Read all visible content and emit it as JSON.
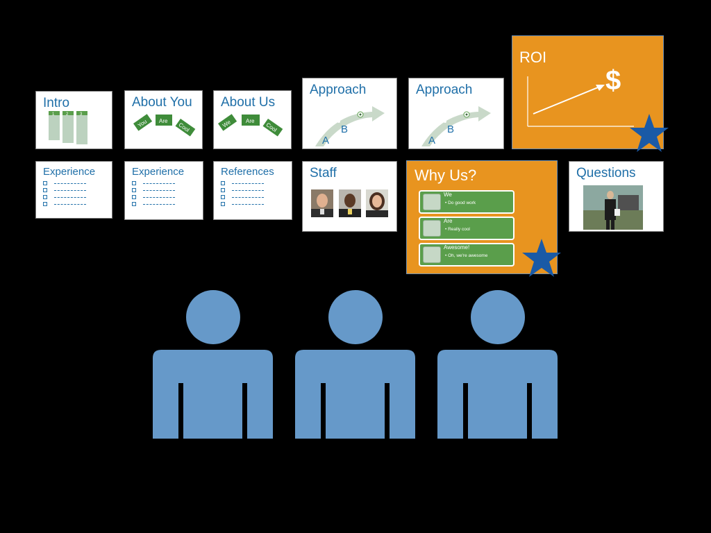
{
  "slides": {
    "intro": {
      "title": "Intro",
      "steps": [
        "1",
        "2",
        "3"
      ]
    },
    "about_you": {
      "title": "About You",
      "chips": [
        "You",
        "Are",
        "Cool"
      ]
    },
    "about_us": {
      "title": "About Us",
      "chips": [
        "We",
        "Are",
        "Cool"
      ]
    },
    "approach_1": {
      "title": "Approach",
      "point_a": "A",
      "point_b": "B"
    },
    "approach_2": {
      "title": "Approach",
      "point_a": "A",
      "point_b": "B"
    },
    "roi": {
      "title": "ROI",
      "symbol": "$"
    },
    "experience_1": {
      "title": "Experience"
    },
    "experience_2": {
      "title": "Experience"
    },
    "references": {
      "title": "References"
    },
    "staff": {
      "title": "Staff"
    },
    "why_us": {
      "title": "Why Us?",
      "items": [
        {
          "heading": "We",
          "bullet": "•  Do good work"
        },
        {
          "heading": "Are",
          "bullet": "•  Really cool"
        },
        {
          "heading": "Awesome!",
          "bullet": "•  Oh, we're awesome"
        }
      ]
    },
    "questions": {
      "title": "Questions"
    }
  },
  "colors": {
    "background": "#000000",
    "accent_orange": "#e8941f",
    "title_blue": "#1f6fa8",
    "star_blue": "#1a5aa6",
    "people_blue": "#6699c9",
    "chip_green": "#5a9e4b"
  },
  "icons": [
    "star-icon",
    "person-icon",
    "dollar-icon",
    "arrow-icon"
  ]
}
